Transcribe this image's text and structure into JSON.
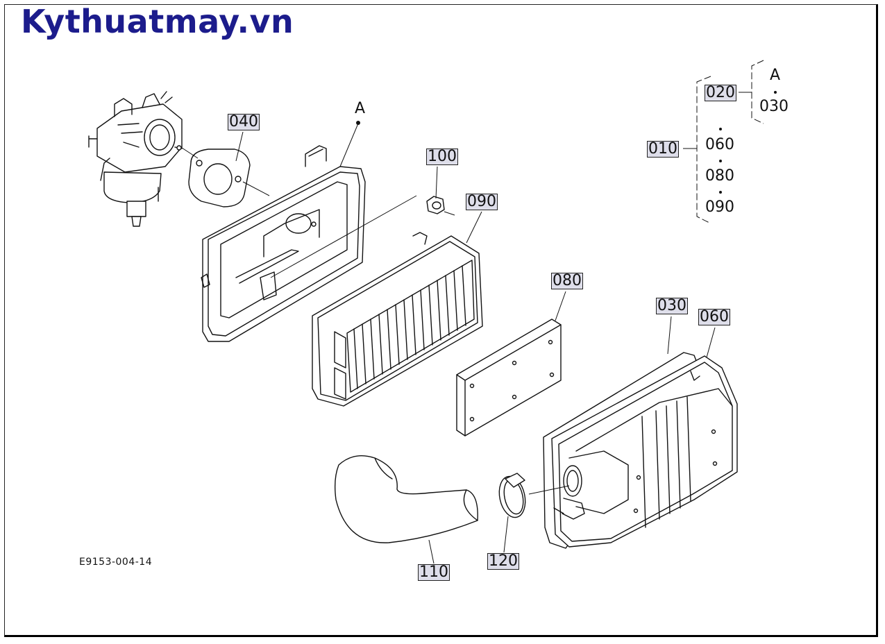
{
  "header": {
    "site_title": "Kythuatmay.vn"
  },
  "drawing": {
    "code": "E9153-004-14",
    "view_marker": "A"
  },
  "callouts": {
    "p040": "040",
    "p100": "100",
    "p090": "090",
    "p080": "080",
    "p030": "030",
    "p060": "060",
    "p110": "110",
    "p120": "120"
  },
  "legend": {
    "assembly_code": "010",
    "sub_group_marker": "A",
    "sub_group_head": "020",
    "sub_group_items": [
      "030"
    ],
    "main_items": [
      "060",
      "080",
      "090"
    ]
  }
}
